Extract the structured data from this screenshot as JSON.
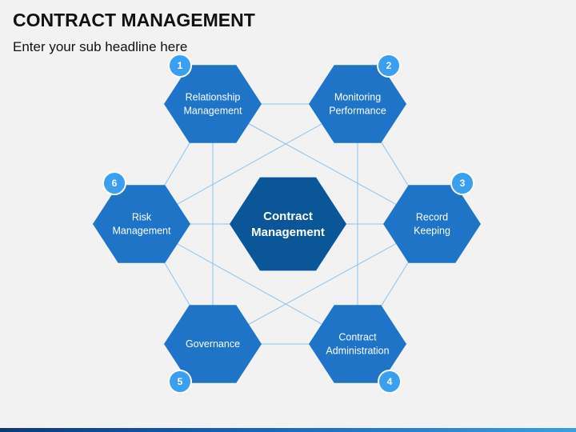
{
  "title": "CONTRACT MANAGEMENT",
  "subtitle": "Enter your sub headline here",
  "colors": {
    "hex_fill": "#1f74c8",
    "center_fill": "#0b5698",
    "badge_fill": "#3a9ff0",
    "line": "#8cc4ec"
  },
  "center": {
    "lines": [
      "Contract",
      "Management"
    ]
  },
  "items": [
    {
      "number": "1",
      "lines": [
        "Relationship",
        "Management"
      ]
    },
    {
      "number": "2",
      "lines": [
        "Monitoring",
        "Performance"
      ]
    },
    {
      "number": "3",
      "lines": [
        "Record",
        "Keeping"
      ]
    },
    {
      "number": "4",
      "lines": [
        "Contract",
        "Administration"
      ]
    },
    {
      "number": "5",
      "lines": [
        "Governance"
      ]
    },
    {
      "number": "6",
      "lines": [
        "Risk",
        "Management"
      ]
    }
  ]
}
